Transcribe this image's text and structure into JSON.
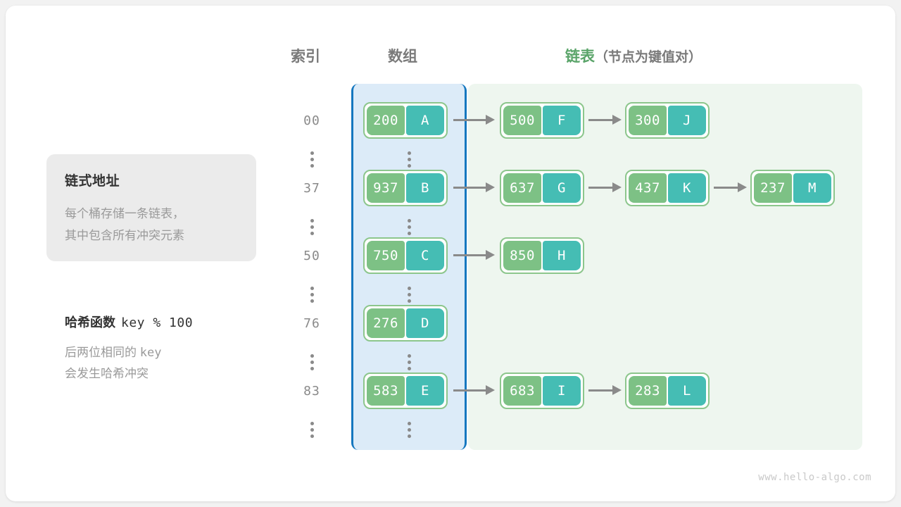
{
  "headers": {
    "index": "索引",
    "array": "数组",
    "list_main": "链表",
    "list_sub": "（节点为键值对）"
  },
  "callout": {
    "title": "链式地址",
    "line1": "每个桶存储一条链表，",
    "line2": "其中包含所有冲突元素"
  },
  "hash_function": {
    "label": "哈希函数",
    "expression": "key % 100",
    "note_line1_text": "后两位相同的",
    "note_line1_mono": "key",
    "note_line2": "会发生哈希冲突"
  },
  "colors": {
    "array_panel_bg": "#dcebf8",
    "array_panel_border": "#1577bf",
    "list_panel_bg": "#eef6ef",
    "node_border": "#8cc68c",
    "key_cell": "#7dc185",
    "value_cell": "#45bdb4",
    "arrow": "#8a8a8a",
    "header_green": "#5aa469",
    "muted_text": "#8a8a8a"
  },
  "buckets": [
    {
      "index": "00",
      "bucket": {
        "key": "200",
        "value": "A"
      },
      "chain": [
        {
          "key": "500",
          "value": "F"
        },
        {
          "key": "300",
          "value": "J"
        }
      ]
    },
    {
      "index": "37",
      "bucket": {
        "key": "937",
        "value": "B"
      },
      "chain": [
        {
          "key": "637",
          "value": "G"
        },
        {
          "key": "437",
          "value": "K"
        },
        {
          "key": "237",
          "value": "M"
        }
      ]
    },
    {
      "index": "50",
      "bucket": {
        "key": "750",
        "value": "C"
      },
      "chain": [
        {
          "key": "850",
          "value": "H"
        }
      ]
    },
    {
      "index": "76",
      "bucket": {
        "key": "276",
        "value": "D"
      },
      "chain": []
    },
    {
      "index": "83",
      "bucket": {
        "key": "583",
        "value": "E"
      },
      "chain": [
        {
          "key": "683",
          "value": "I"
        },
        {
          "key": "283",
          "value": "L"
        }
      ]
    }
  ],
  "ellipsis_count": 6,
  "watermark": "www.hello-algo.com"
}
